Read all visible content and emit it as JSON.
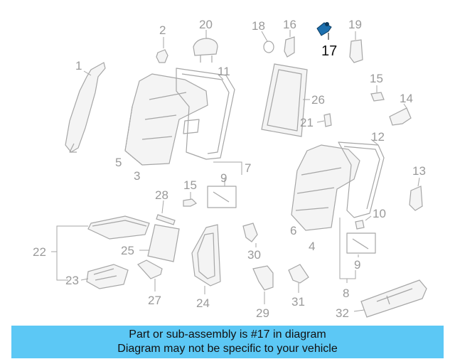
{
  "diagram": {
    "callouts": {
      "c1": "1",
      "c2": "2",
      "c3": "3",
      "c4": "4",
      "c5": "5",
      "c6": "6",
      "c7": "7",
      "c8": "8",
      "c9a": "9",
      "c9b": "9",
      "c10": "10",
      "c11": "11",
      "c12": "12",
      "c13": "13",
      "c14": "14",
      "c15a": "15",
      "c15b": "15",
      "c16": "16",
      "c17": "17",
      "c18": "18",
      "c19": "19",
      "c20": "20",
      "c21": "21",
      "c22": "22",
      "c23": "23",
      "c24": "24",
      "c25": "25",
      "c26": "26",
      "c27": "27",
      "c28": "28",
      "c29": "29",
      "c30": "30",
      "c31": "31",
      "c32": "32"
    },
    "highlight_part": "17",
    "highlight_color": "#1c6fae"
  },
  "banner": {
    "line1": "Part or sub-assembly is #17 in diagram",
    "line2": "Diagram may not be specific to your vehicle",
    "background": "#5cc8f5"
  }
}
